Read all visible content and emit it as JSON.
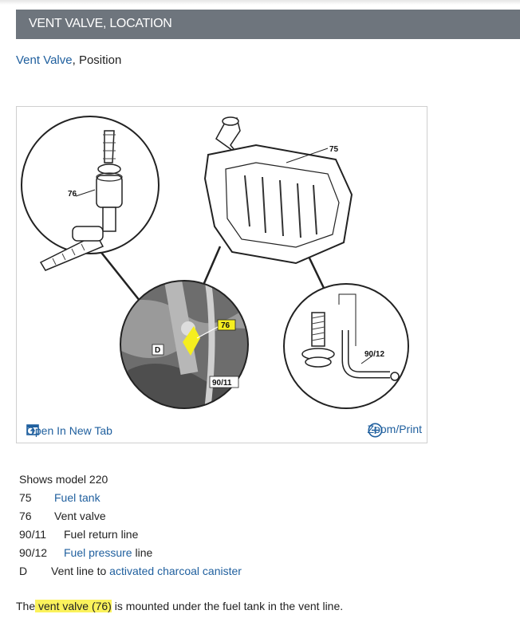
{
  "header": {
    "title": "VENT VALVE, LOCATION"
  },
  "subtitle": {
    "link_text": "Vent Valve",
    "rest": ", Position"
  },
  "figure": {
    "callouts": {
      "c75": "75",
      "c76_left": "76",
      "c76_photo": "76",
      "cD": "D",
      "c9011": "90/11",
      "c9012": "90/12"
    },
    "open_tab_label": "Open In New Tab",
    "zoom_label": "Zoom/Print"
  },
  "legend": {
    "title": "Shows model 220",
    "items": [
      {
        "code": "75",
        "link": "Fuel tank",
        "text": ""
      },
      {
        "code": "76",
        "link": "",
        "text": "Vent valve"
      },
      {
        "code": "90/11",
        "link": "",
        "text": "Fuel return line"
      },
      {
        "code": "90/12",
        "link": "Fuel pressure",
        "text": " line"
      },
      {
        "code": "D",
        "pre": "Vent line to ",
        "link": "activated charcoal canister",
        "text": ""
      }
    ]
  },
  "sentence": {
    "pre": "The",
    "highlight": " vent valve (76)",
    "post": " is mounted under the fuel tank in the vent line."
  },
  "colors": {
    "header_bg": "#6e757d",
    "link": "#1f5f9e",
    "highlight": "#fbf25c"
  }
}
